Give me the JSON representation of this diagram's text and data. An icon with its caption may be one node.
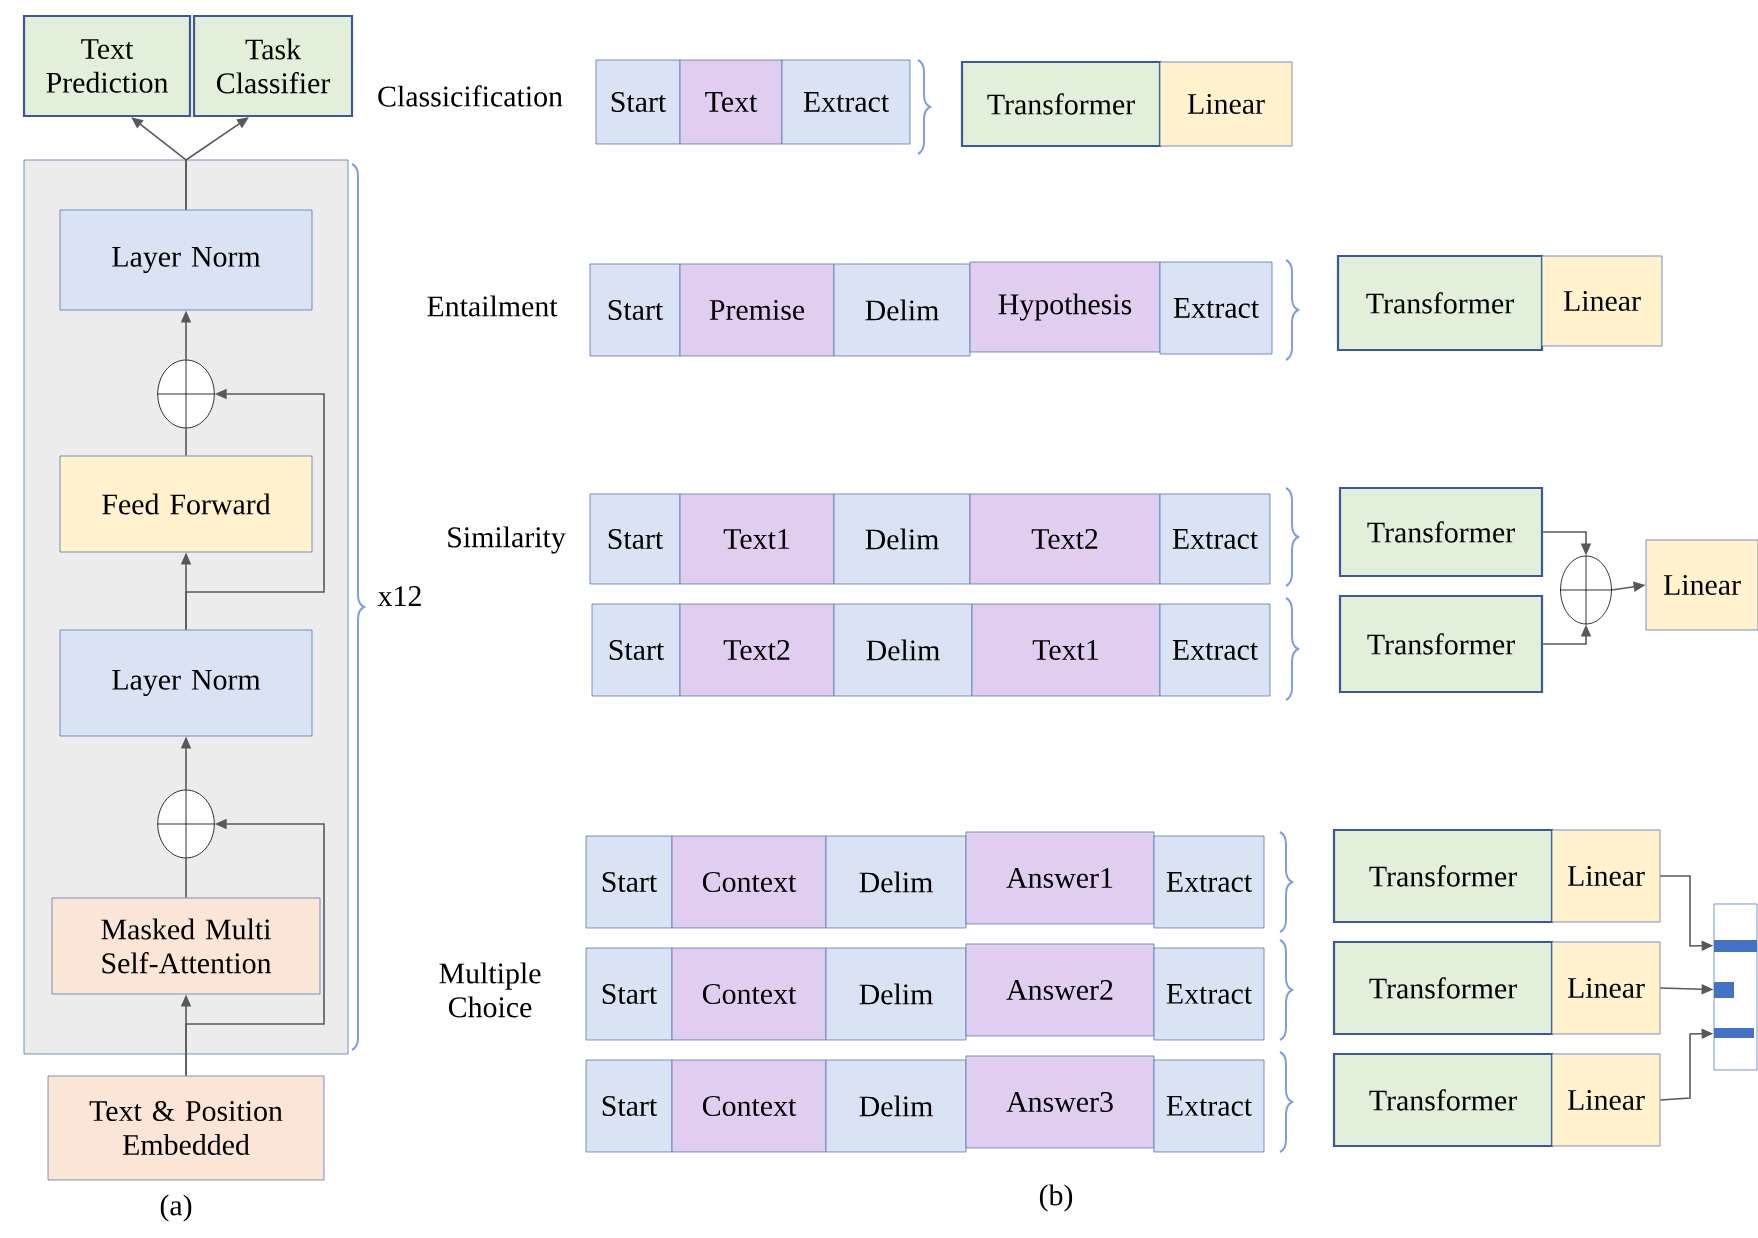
{
  "diagram": {
    "nodes": [
      {
        "text": [
          "Text Prediction"
        ]
      },
      {
        "text": [
          "Task Classifier"
        ]
      },
      {
        "text": [],
        "shape": "box"
      },
      {
        "text": [
          "Layer Norm"
        ],
        "in": 2
      },
      {
        "text": [],
        "shape": "circle",
        "in": 2
      },
      {
        "text": [
          "Feed Forward"
        ],
        "in": 2
      },
      {
        "text": [
          "Layer Norm"
        ],
        "in": 2
      },
      {
        "text": [],
        "shape": "circle",
        "in": 2
      },
      {
        "text": [
          "Masked Multi Self-Attention"
        ],
        "in": 2
      },
      {
        "text": [
          "Text & Position Embedded"
        ]
      },
      {
        "text": [
          "Start"
        ]
      },
      {
        "text": [
          "Text"
        ]
      },
      {
        "text": [
          "Extract"
        ]
      },
      {
        "text": [
          "Transformer"
        ]
      },
      {
        "text": [
          "Linear"
        ]
      },
      {
        "text": [
          "Start"
        ]
      },
      {
        "text": [
          "Premise"
        ]
      },
      {
        "text": [
          "Delim"
        ]
      },
      {
        "text": [
          "Hypothesis"
        ]
      },
      {
        "text": [
          "Extract"
        ]
      },
      {
        "text": [
          "Transformer"
        ]
      },
      {
        "text": [
          "Linear"
        ]
      },
      {
        "text": [
          "Start"
        ]
      },
      {
        "text": [
          "Text1"
        ]
      },
      {
        "text": [
          "Delim"
        ]
      },
      {
        "text": [
          "Text2"
        ]
      },
      {
        "text": [
          "Extract"
        ]
      },
      {
        "text": [
          "Start"
        ]
      },
      {
        "text": [
          "Text2"
        ]
      },
      {
        "text": [
          "Delim"
        ]
      },
      {
        "text": [
          "Text1"
        ]
      },
      {
        "text": [
          "Extract"
        ]
      },
      {
        "text": [
          "Transformer"
        ]
      },
      {
        "text": [
          "Transformer"
        ]
      },
      {
        "text": [],
        "shape": "circle"
      },
      {
        "text": [
          "Linear"
        ]
      },
      {
        "text": [
          "Start"
        ]
      },
      {
        "text": [
          "Context"
        ]
      },
      {
        "text": [
          "Delim"
        ]
      },
      {
        "text": [
          "Answer1"
        ]
      },
      {
        "text": [
          "Extract"
        ]
      },
      {
        "text": [
          "Transformer"
        ]
      },
      {
        "text": [
          "Linear"
        ]
      },
      {
        "text": [
          "Start"
        ]
      },
      {
        "text": [
          "Context"
        ]
      },
      {
        "text": [
          "Delim"
        ]
      },
      {
        "text": [
          "Answer2"
        ]
      },
      {
        "text": [
          "Extract"
        ]
      },
      {
        "text": [
          "Transformer"
        ]
      },
      {
        "text": [
          "Linear"
        ]
      },
      {
        "text": [
          "Start"
        ]
      },
      {
        "text": [
          "Context"
        ]
      },
      {
        "text": [
          "Delim"
        ]
      },
      {
        "text": [
          "Answer3"
        ]
      },
      {
        "text": [
          "Extract"
        ]
      },
      {
        "text": [
          "Transformer"
        ]
      },
      {
        "text": [
          "Linear"
        ]
      },
      {
        "text": [],
        "shape": "box"
      }
    ],
    "edges": [
      {
        "from": 9,
        "to": 8,
        "arrow": "to"
      },
      {
        "from": 8,
        "to": 7,
        "arrow": "none"
      },
      {
        "from": 7,
        "to": 6,
        "arrow": "to"
      },
      {
        "from": 9,
        "to": 7,
        "arrow": "to"
      },
      {
        "from": 6,
        "to": 5,
        "arrow": "to"
      },
      {
        "from": 5,
        "to": 4,
        "arrow": "none"
      },
      {
        "from": 4,
        "to": 3,
        "arrow": "to"
      },
      {
        "from": 6,
        "to": 4,
        "arrow": "to"
      },
      {
        "from": 3,
        "to": 0,
        "arrow": "to"
      },
      {
        "from": 3,
        "to": 1,
        "arrow": "to"
      },
      {
        "from": 32,
        "to": 34,
        "arrow": "to"
      },
      {
        "from": 33,
        "to": 34,
        "arrow": "to"
      },
      {
        "from": 34,
        "to": 35,
        "arrow": "to"
      },
      {
        "from": 42,
        "to": 57,
        "arrow": "to"
      },
      {
        "from": 49,
        "to": 57,
        "arrow": "to"
      },
      {
        "from": 56,
        "to": 57,
        "arrow": "to"
      }
    ],
    "labels": [
      "Classicification",
      "Entailment",
      "Similarity",
      "Multiple Choice",
      "x12",
      "(a)",
      "(b)"
    ]
  }
}
